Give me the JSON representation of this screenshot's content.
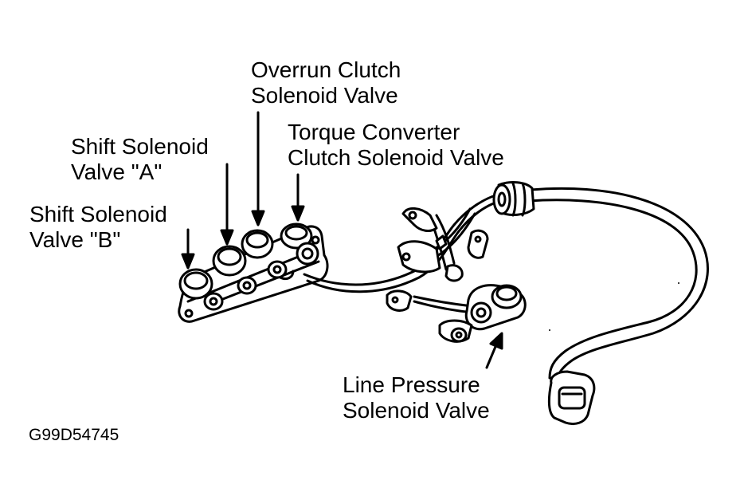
{
  "labels": {
    "overrun_clutch": {
      "line1": "Overrun Clutch",
      "line2": "Solenoid Valve"
    },
    "torque_converter": {
      "line1": "Torque Converter",
      "line2": "Clutch Solenoid Valve"
    },
    "shift_a": {
      "line1": "Shift Solenoid",
      "line2": "Valve \"A\""
    },
    "shift_b": {
      "line1": "Shift Solenoid",
      "line2": "Valve \"B\""
    },
    "line_pressure": {
      "line1": "Line Pressure",
      "line2": "Solenoid Valve"
    }
  },
  "figure_id": "G99D54745",
  "colors": {
    "ink": "#000000",
    "paper": "#ffffff"
  }
}
